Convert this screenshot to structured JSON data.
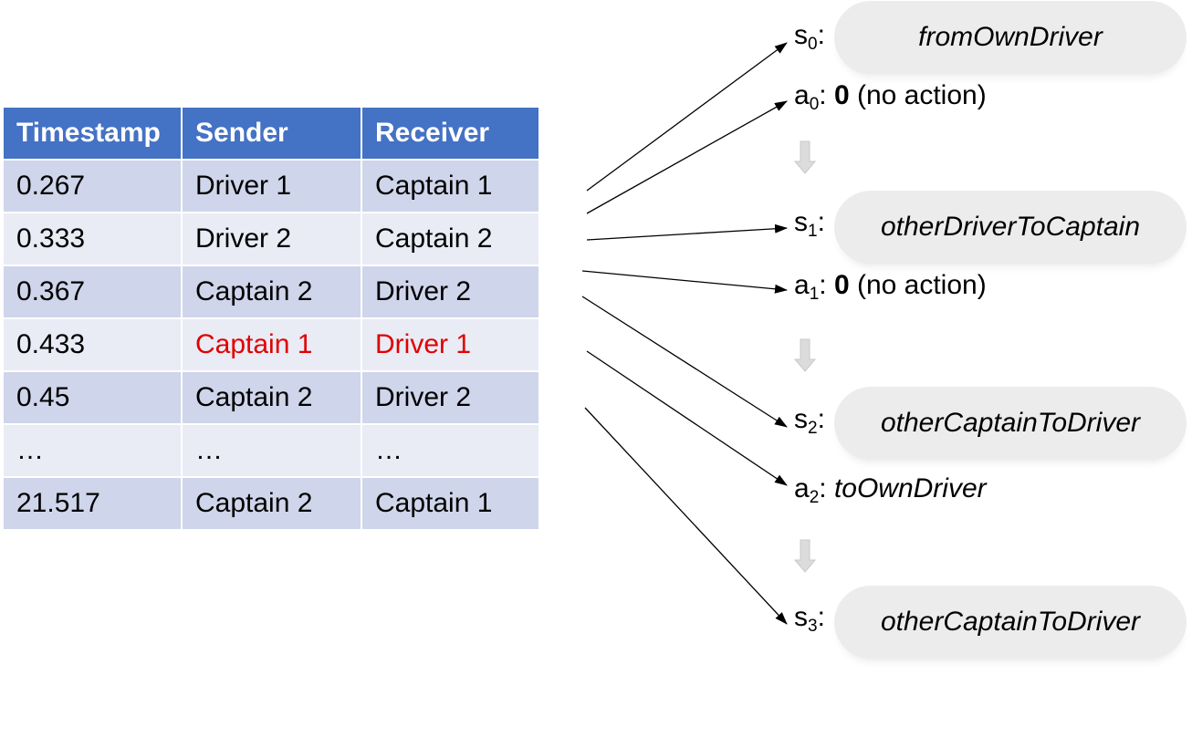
{
  "table": {
    "headers": [
      "Timestamp",
      "Sender",
      "Receiver"
    ],
    "rows": [
      {
        "timestamp": "0.267",
        "sender": "Driver 1",
        "receiver": "Captain 1",
        "highlight": false
      },
      {
        "timestamp": "0.333",
        "sender": "Driver 2",
        "receiver": "Captain 2",
        "highlight": false
      },
      {
        "timestamp": "0.367",
        "sender": "Captain 2",
        "receiver": "Driver 2",
        "highlight": false
      },
      {
        "timestamp": "0.433",
        "sender": "Captain 1",
        "receiver": "Driver 1",
        "highlight": true
      },
      {
        "timestamp": "0.45",
        "sender": "Captain 2",
        "receiver": "Driver 2",
        "highlight": false
      },
      {
        "timestamp": "…",
        "sender": "…",
        "receiver": "…",
        "highlight": false
      },
      {
        "timestamp": "21.517",
        "sender": "Captain 2",
        "receiver": "Captain 1",
        "highlight": false
      }
    ]
  },
  "sequence": {
    "states": [
      {
        "symbol": "s",
        "index": "0",
        "value": "fromOwnDriver"
      },
      {
        "symbol": "s",
        "index": "1",
        "value": "otherDriverToCaptain"
      },
      {
        "symbol": "s",
        "index": "2",
        "value": "otherCaptainToDriver"
      },
      {
        "symbol": "s",
        "index": "3",
        "value": "otherCaptainToDriver"
      }
    ],
    "actions": [
      {
        "symbol": "a",
        "index": "0",
        "value": "0",
        "note": " (no action)"
      },
      {
        "symbol": "a",
        "index": "1",
        "value": "0",
        "note": " (no action)"
      },
      {
        "symbol": "a",
        "index": "2",
        "value": "toOwnDriver",
        "note": ""
      }
    ]
  },
  "colors": {
    "header": "#4472c4",
    "row_odd": "#cfd5ea",
    "row_even": "#e9ebf5",
    "highlight_text": "#e00000",
    "pill": "#ececec",
    "down_arrow": "#d9d9d9"
  },
  "icons": {
    "connector": "arrow-icon",
    "transition": "down-arrow-icon"
  }
}
